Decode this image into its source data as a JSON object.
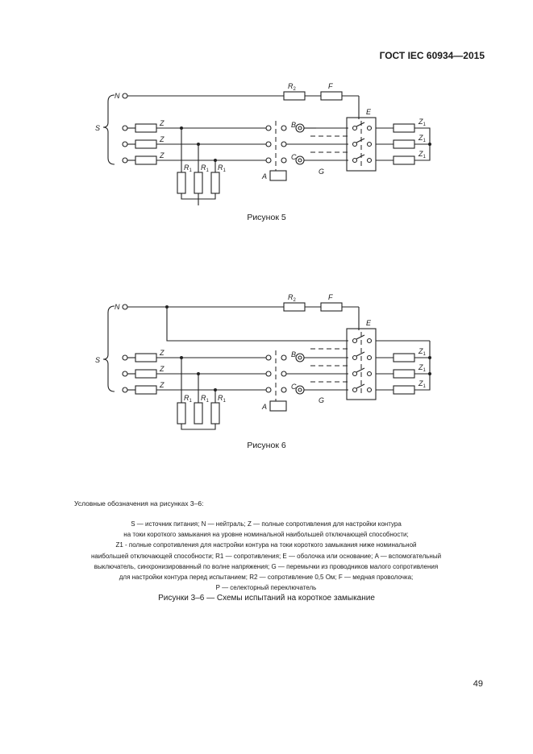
{
  "header": {
    "doc_id": "ГОСТ IEC 60934—2015"
  },
  "labels": {
    "S": "S",
    "N": "N",
    "Z": "Z",
    "R": "R",
    "F": "F",
    "E": "E",
    "A": "A",
    "B": "B",
    "C": "C",
    "G": "G",
    "sub1": "1",
    "sub2": "2"
  },
  "figure5": {
    "caption": "Рисунок 5"
  },
  "figure6": {
    "caption": "Рисунок 6"
  },
  "legend": {
    "title": "Условные обозначения на рисунках 3–6:",
    "lines": [
      "S — источник питания; N — нейтраль; Z — полные сопротивления для настройки контура",
      "на токи короткого замыкания на уровне номинальной наибольшей отключающей способности;",
      "Z1 - полные сопротивления для настройки контура на токи короткого замыкания ниже номинальной",
      "наибольшей отключающей способности; R1 — сопротивления; E — оболочка или основание; A — вспомогательный",
      "выключатель, синхронизированный по волне напряжения; G — перемычки из проводников малого сопротивления",
      "для настройки контура перед испытанием; R2 — сопротивление 0,5 Ом; F — медная проволочка;",
      "P — селекторный переключатель"
    ]
  },
  "figures_title": "Рисунки 3–6 — Схемы испытаний на короткое замыкание",
  "page_number": "49"
}
